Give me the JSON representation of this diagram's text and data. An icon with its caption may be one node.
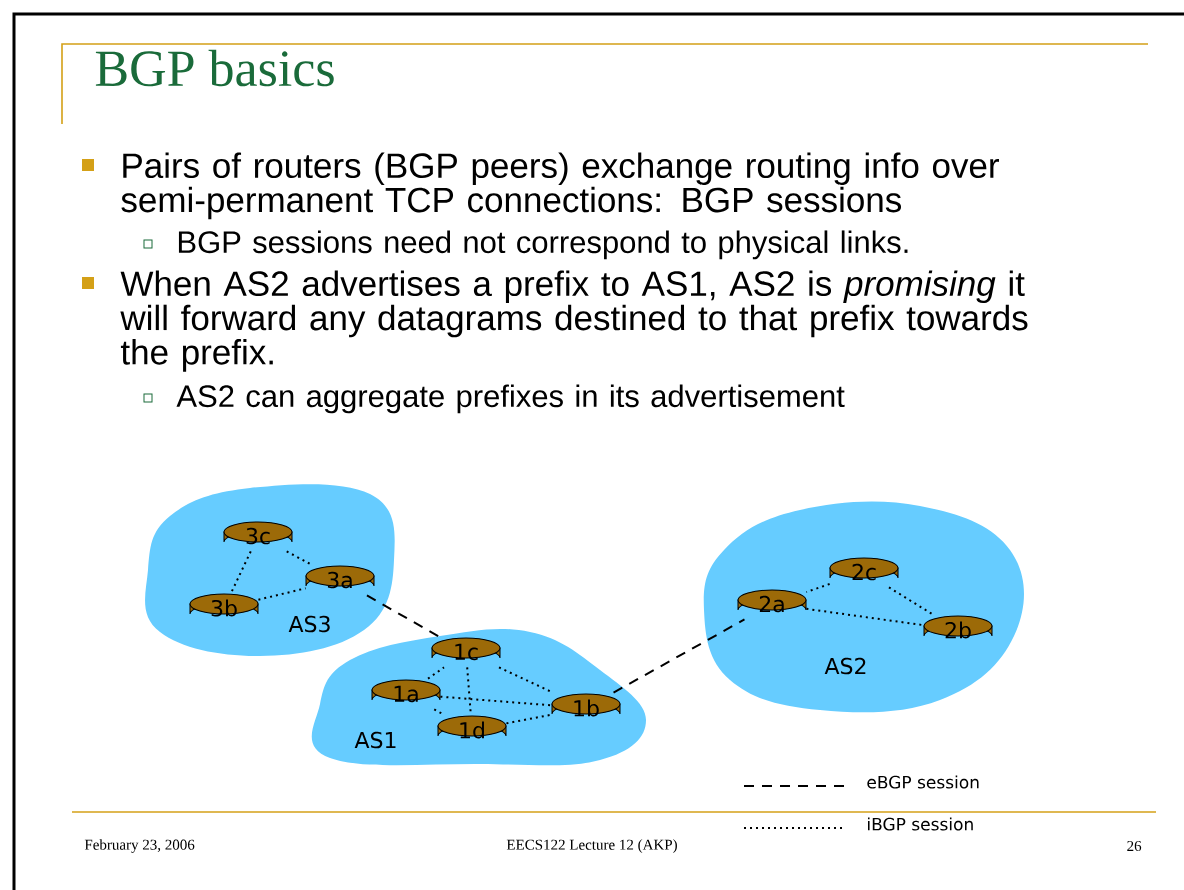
{
  "diagram": {
    "title": "BGP basics",
    "nodes": [
      {
        "text": [
          "AS3"
        ]
      },
      {
        "text": [
          "3c"
        ],
        "in": 0
      },
      {
        "text": [
          "3b"
        ],
        "in": 0
      },
      {
        "text": [
          "3a"
        ],
        "in": 0
      },
      {
        "text": [
          "AS2"
        ]
      },
      {
        "text": [
          "2c"
        ],
        "in": 4
      },
      {
        "text": [
          "2a"
        ],
        "in": 4
      },
      {
        "text": [
          "2b"
        ],
        "in": 4
      },
      {
        "text": [
          "AS1"
        ]
      },
      {
        "text": [
          "1c"
        ],
        "in": 8
      },
      {
        "text": [
          "1a"
        ],
        "in": 8
      },
      {
        "text": [
          "1b"
        ],
        "in": 8
      },
      {
        "text": [
          "1d"
        ],
        "in": 8
      }
    ],
    "edges": [
      {
        "from": 1,
        "to": 2,
        "arrow": "none"
      },
      {
        "from": 1,
        "to": 3,
        "arrow": "none"
      },
      {
        "from": 2,
        "to": 3,
        "arrow": "none"
      },
      {
        "from": 3,
        "to": 9,
        "arrow": "none",
        "style": "dashed"
      },
      {
        "from": 5,
        "to": 6,
        "arrow": "none"
      },
      {
        "from": 5,
        "to": 7,
        "arrow": "none"
      },
      {
        "from": 6,
        "to": 7,
        "arrow": "none"
      },
      {
        "from": 11,
        "to": 6,
        "arrow": "none",
        "style": "dashed"
      },
      {
        "from": 10,
        "to": 9,
        "arrow": "none"
      },
      {
        "from": 9,
        "to": 11,
        "arrow": "none"
      },
      {
        "from": 9,
        "to": 12,
        "arrow": "none"
      },
      {
        "from": 10,
        "to": 11,
        "arrow": "none"
      },
      {
        "from": 10,
        "to": 12,
        "arrow": "none"
      },
      {
        "from": 12,
        "to": 11,
        "arrow": "none"
      }
    ],
    "labels": [
      "Pairs of routers (BGP peers) exchange routing info over semi-permanent TCP connections: BGP sessions",
      "BGP sessions need not correspond to physical links.",
      "When AS2 advertises a prefix to AS1, AS2 is *promising* it will forward any datagrams destined to that prefix towards the prefix.",
      "AS2 can aggregate prefixes in its advertisement",
      "February 23, 2006",
      "EECS122 Lecture 12 (AKP)",
      "26"
    ],
    "legend": [
      {
        "text": "eBGP session"
      },
      {
        "text": "iBGP session"
      }
    ]
  }
}
